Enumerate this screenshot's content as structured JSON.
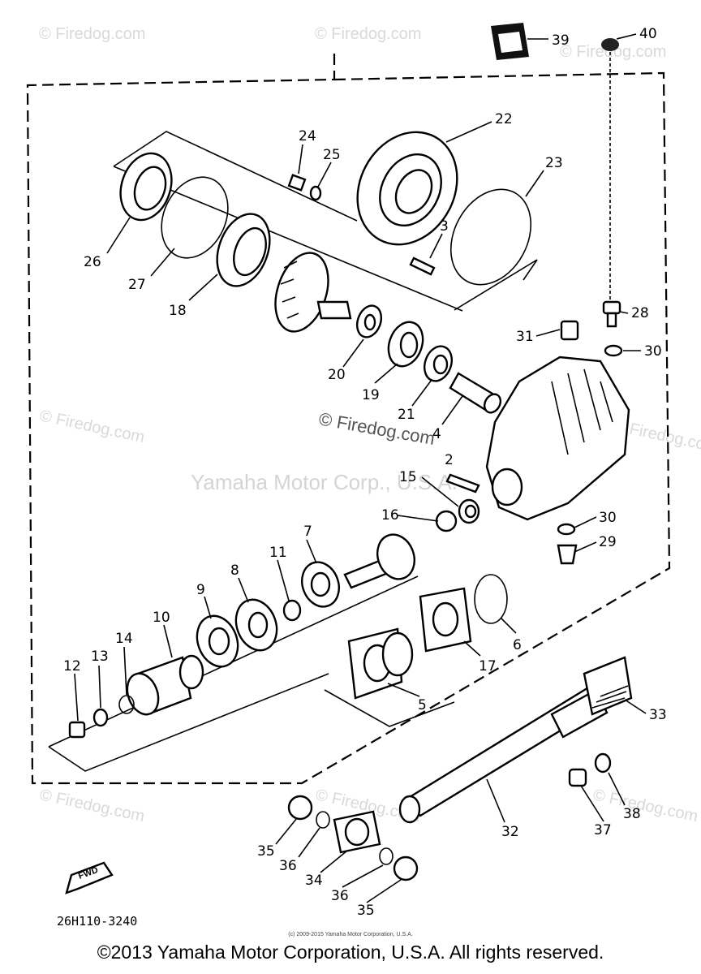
{
  "watermarks": {
    "firedog_text": "© Firedog.com",
    "center_text": "© Firedog.com",
    "yamaha_text": "Yamaha Motor Corp., U.S.A."
  },
  "figure_code": "26H110-3240",
  "fwd_label": "FWD",
  "fine_print": "(c) 2009-2015 Yamaha Motor Corporation, U.S.A.",
  "copyright": "©2013 Yamaha Motor Corporation, U.S.A. All rights reserved.",
  "callouts": {
    "n2": "2",
    "n3": "3",
    "n4": "4",
    "n5": "5",
    "n6": "6",
    "n7": "7",
    "n8": "8",
    "n9": "9",
    "n10": "10",
    "n11": "11",
    "n12": "12",
    "n13": "13",
    "n14": "14",
    "n15": "15",
    "n16": "16",
    "n17": "17",
    "n18": "18",
    "n19": "19",
    "n20": "20",
    "n21": "21",
    "n22": "22",
    "n23": "23",
    "n24": "24",
    "n25": "25",
    "n26": "26",
    "n27": "27",
    "n28": "28",
    "n29": "29",
    "n30a": "30",
    "n30b": "30",
    "n31": "31",
    "n32": "32",
    "n33": "33",
    "n34": "34",
    "n35a": "35",
    "n35b": "35",
    "n36a": "36",
    "n36b": "36",
    "n37": "37",
    "n38": "38",
    "n39": "39",
    "n40": "40"
  }
}
